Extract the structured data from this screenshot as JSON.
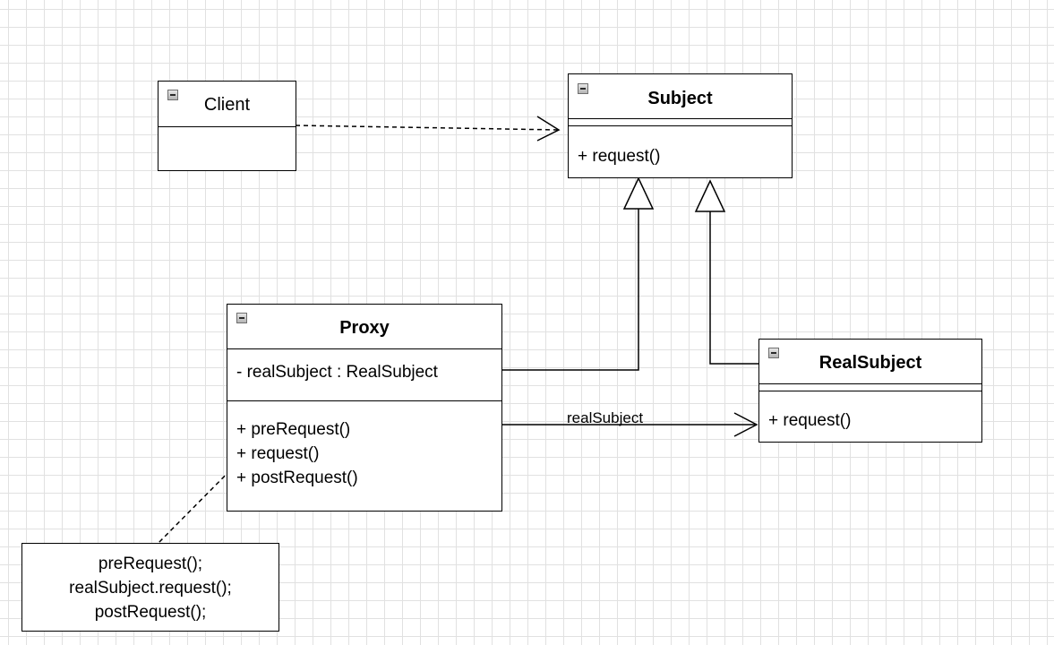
{
  "classes": {
    "client": {
      "name": "Client"
    },
    "subject": {
      "name": "Subject",
      "operations": [
        "+ request()"
      ]
    },
    "proxy": {
      "name": "Proxy",
      "attributes": [
        "- realSubject : RealSubject"
      ],
      "operations": [
        "+ preRequest()",
        "+ request()",
        "+ postRequest()"
      ]
    },
    "real_subject": {
      "name": "RealSubject",
      "operations": [
        "+ request()"
      ]
    }
  },
  "edges": {
    "proxy_to_realsubject_label": "realSubject"
  },
  "note": {
    "lines": [
      "preRequest();",
      "realSubject.request();",
      "postRequest();"
    ]
  }
}
